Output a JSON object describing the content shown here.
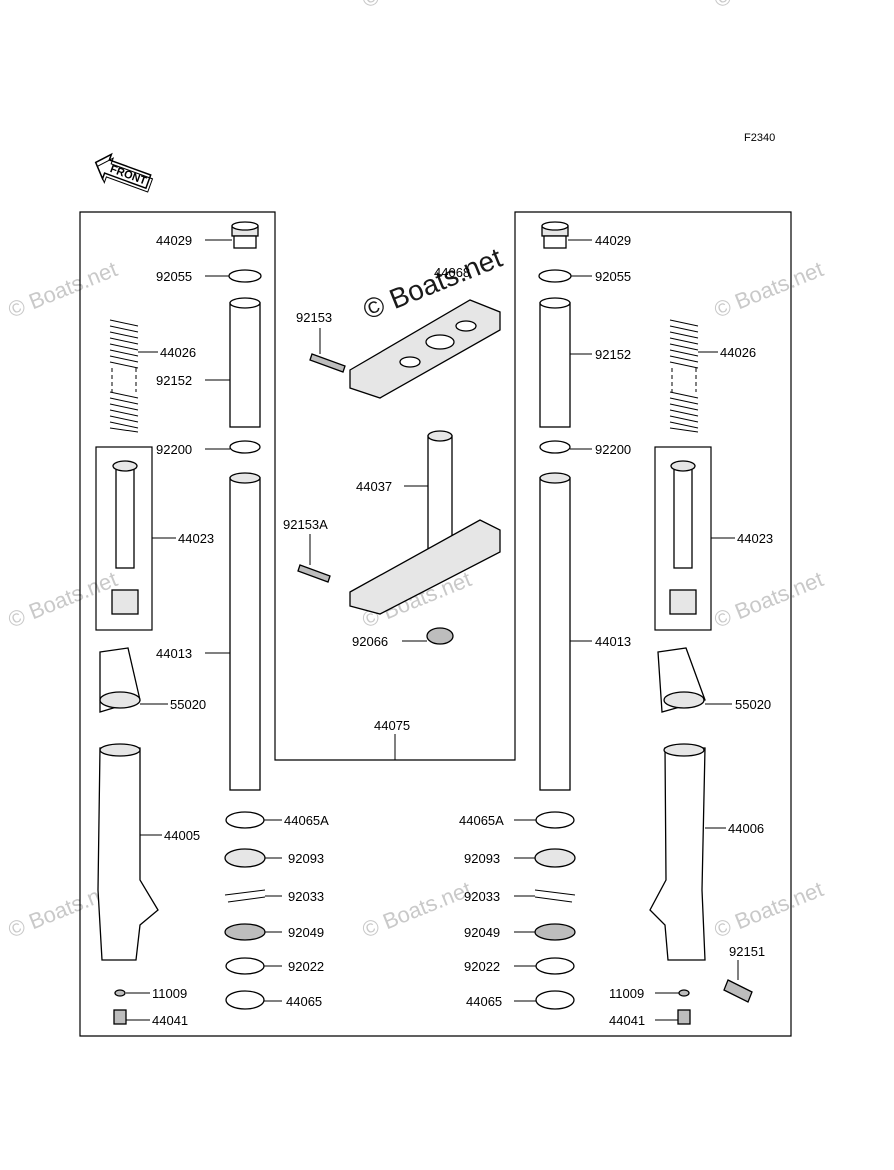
{
  "diagram_code": "F2340",
  "front_label": "FRONT",
  "watermark": "© Boats.net",
  "watermark_main": "© Boats.net",
  "labels": [
    {
      "id": "l-44029",
      "text": "44029"
    },
    {
      "id": "l-92055",
      "text": "92055"
    },
    {
      "id": "l-44026",
      "text": "44026"
    },
    {
      "id": "l-92152",
      "text": "92152"
    },
    {
      "id": "l-92200",
      "text": "92200"
    },
    {
      "id": "l-44023",
      "text": "44023"
    },
    {
      "id": "l-44013",
      "text": "44013"
    },
    {
      "id": "l-55020",
      "text": "55020"
    },
    {
      "id": "l-44005",
      "text": "44005"
    },
    {
      "id": "l-11009",
      "text": "11009"
    },
    {
      "id": "l-44041",
      "text": "44041"
    },
    {
      "id": "l-44065A",
      "text": "44065A"
    },
    {
      "id": "l-92093",
      "text": "92093"
    },
    {
      "id": "l-92033",
      "text": "92033"
    },
    {
      "id": "l-92049",
      "text": "92049"
    },
    {
      "id": "l-92022",
      "text": "92022"
    },
    {
      "id": "l-44065",
      "text": "44065"
    },
    {
      "id": "l-92153",
      "text": "92153"
    },
    {
      "id": "l-44068",
      "text": "44068"
    },
    {
      "id": "l-44037",
      "text": "44037"
    },
    {
      "id": "l-92153A",
      "text": "92153A"
    },
    {
      "id": "l-92066",
      "text": "92066"
    },
    {
      "id": "l-44075",
      "text": "44075"
    },
    {
      "id": "r-44029",
      "text": "44029"
    },
    {
      "id": "r-92055",
      "text": "92055"
    },
    {
      "id": "r-44026",
      "text": "44026"
    },
    {
      "id": "r-92152",
      "text": "92152"
    },
    {
      "id": "r-92200",
      "text": "92200"
    },
    {
      "id": "r-44023",
      "text": "44023"
    },
    {
      "id": "r-44013",
      "text": "44013"
    },
    {
      "id": "r-55020",
      "text": "55020"
    },
    {
      "id": "r-44006",
      "text": "44006"
    },
    {
      "id": "r-92151",
      "text": "92151"
    },
    {
      "id": "r-11009",
      "text": "11009"
    },
    {
      "id": "r-44041",
      "text": "44041"
    },
    {
      "id": "r-44065A",
      "text": "44065A"
    },
    {
      "id": "r-92093",
      "text": "92093"
    },
    {
      "id": "r-92033",
      "text": "92033"
    },
    {
      "id": "r-92049",
      "text": "92049"
    },
    {
      "id": "r-92022",
      "text": "92022"
    },
    {
      "id": "r-44065",
      "text": "44065"
    }
  ]
}
